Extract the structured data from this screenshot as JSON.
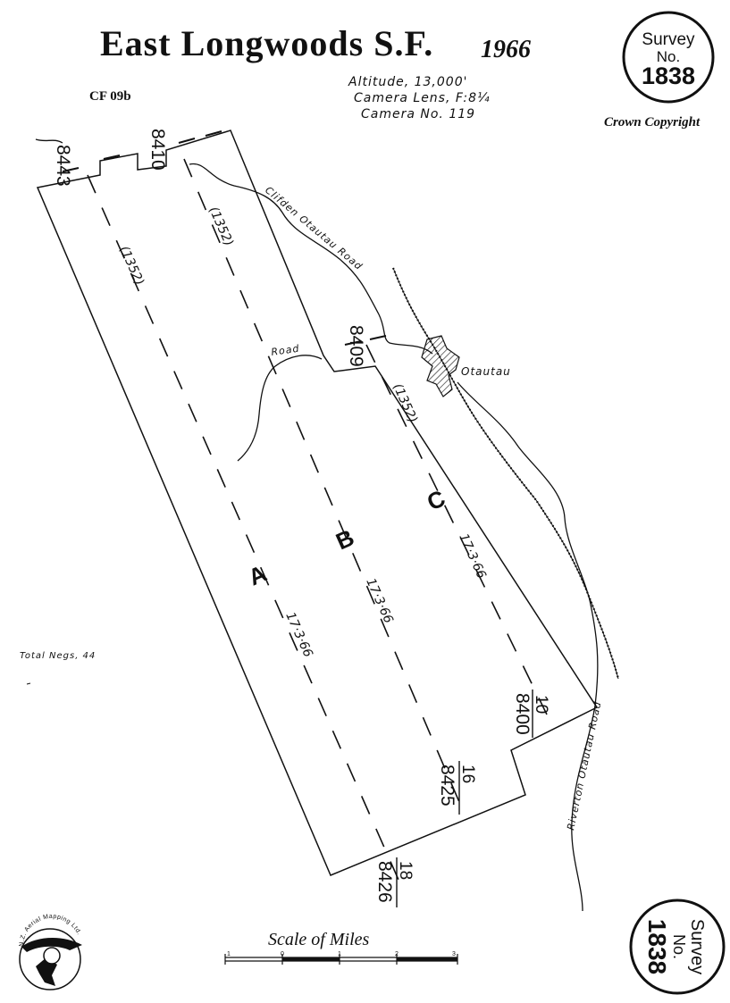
{
  "title": {
    "name": "East Longwoods S.F.",
    "year": "1966"
  },
  "survey_badge": {
    "line1": "Survey",
    "line2": "No.",
    "number": "1838"
  },
  "ref_code": "CF 09b",
  "flight_info": {
    "altitude": "Altitude, 13,000'",
    "lens": "Camera Lens, F:8¼",
    "camera": "Camera No. 119"
  },
  "copyright": "Crown Copyright",
  "total_negs": "Total Negs, 44",
  "roads": {
    "clifden": "Clifden Otautau Road",
    "road": "Road",
    "riverton": "Riverton Otautau Road"
  },
  "town": "Otautau",
  "strips": [
    {
      "letter": "A",
      "date": "17·3·66",
      "scale_note": "(1352)",
      "start_photo": "8443",
      "end_photo": "8426",
      "end_count": "18"
    },
    {
      "letter": "B",
      "date": "17·3·66",
      "scale_note": "(1352)",
      "start_photo": "8410",
      "end_photo": "8425",
      "end_count": "16"
    },
    {
      "letter": "C",
      "date": "17·3·66",
      "scale_note": "(1352)",
      "start_photo": "8409",
      "end_photo": "8400",
      "end_count": "10"
    }
  ],
  "scale_bar": {
    "label": "Scale of Miles",
    "ticks": [
      "1",
      "0",
      "1",
      "2",
      "3"
    ]
  },
  "logo": {
    "text": "N.Z. Aerial Mapping Ltd."
  },
  "colors": {
    "ink": "#111111",
    "paper": "#ffffff"
  }
}
